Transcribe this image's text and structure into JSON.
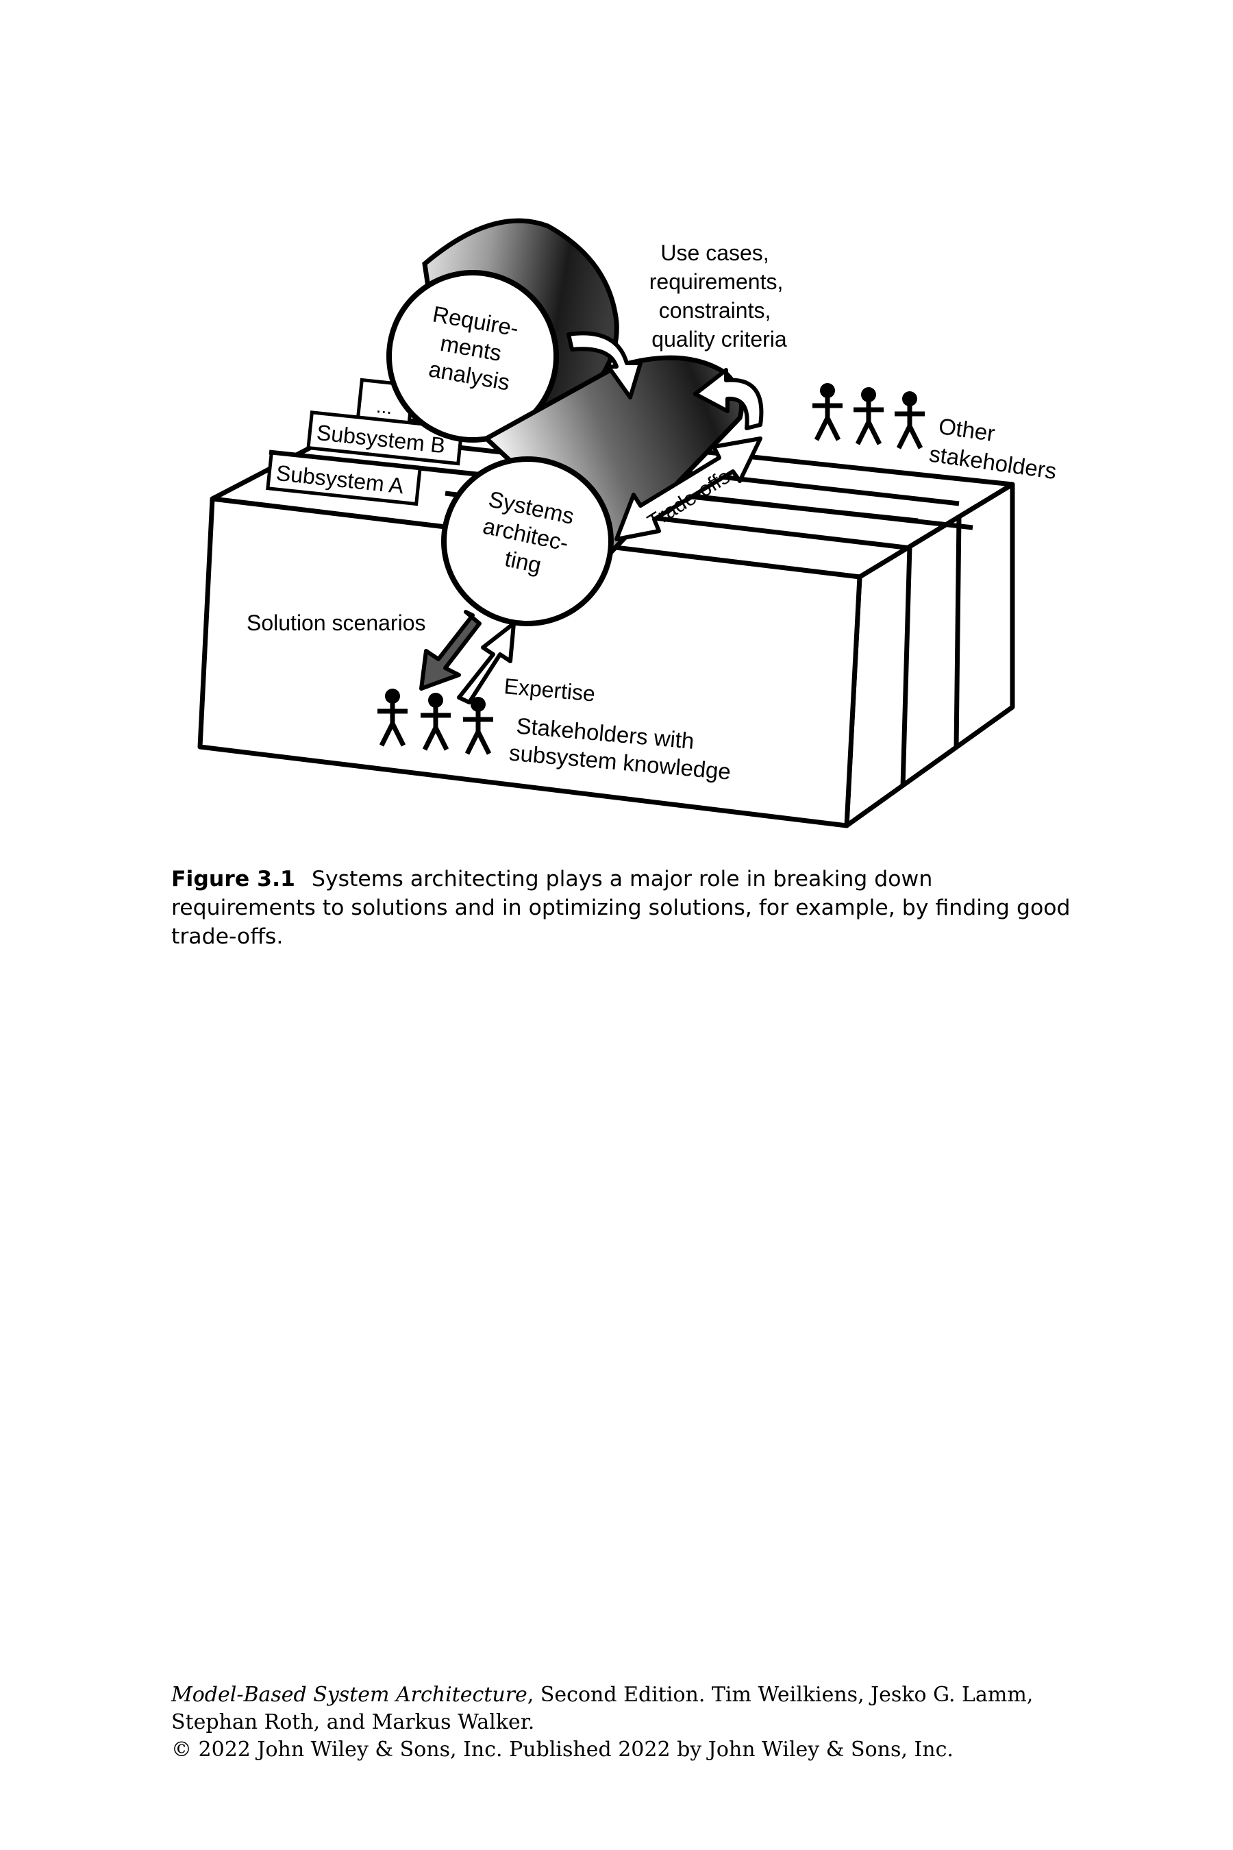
{
  "figure": {
    "labels": {
      "requirements_analysis": [
        "Require-",
        "ments",
        "analysis"
      ],
      "systems_architecting": [
        "Systems",
        "architec-",
        "ting"
      ],
      "use_cases": [
        "Use cases,",
        "requirements,",
        "constraints,",
        "quality criteria"
      ],
      "other_stakeholders": [
        "Other",
        "stakeholders"
      ],
      "trade_offs": "Trade-offs",
      "subsystem_a": "Subsystem A",
      "subsystem_b": "Subsystem B",
      "more_subsystems": "...",
      "solution_scenarios": "Solution scenarios",
      "expertise": "Expertise",
      "stakeholders_subsystem": [
        "Stakeholders with",
        "subsystem knowledge"
      ]
    },
    "icons": [
      "stick-figure-icon",
      "curved-arrow-icon",
      "double-arrow-icon"
    ]
  },
  "caption": {
    "label": "Figure 3.1",
    "text": "Systems architecting plays a major role in breaking down requirements to solutions and in optimizing solutions, for example, by finding good trade-offs."
  },
  "footer": {
    "book_title": "Model-Based System Architecture",
    "line1_rest": ", Second Edition. Tim Weilkiens, Jesko G. Lamm,",
    "line2": "Stephan Roth, and Markus Walker.",
    "line3": "© 2022 John Wiley & Sons, Inc. Published 2022 by John Wiley & Sons, Inc."
  }
}
